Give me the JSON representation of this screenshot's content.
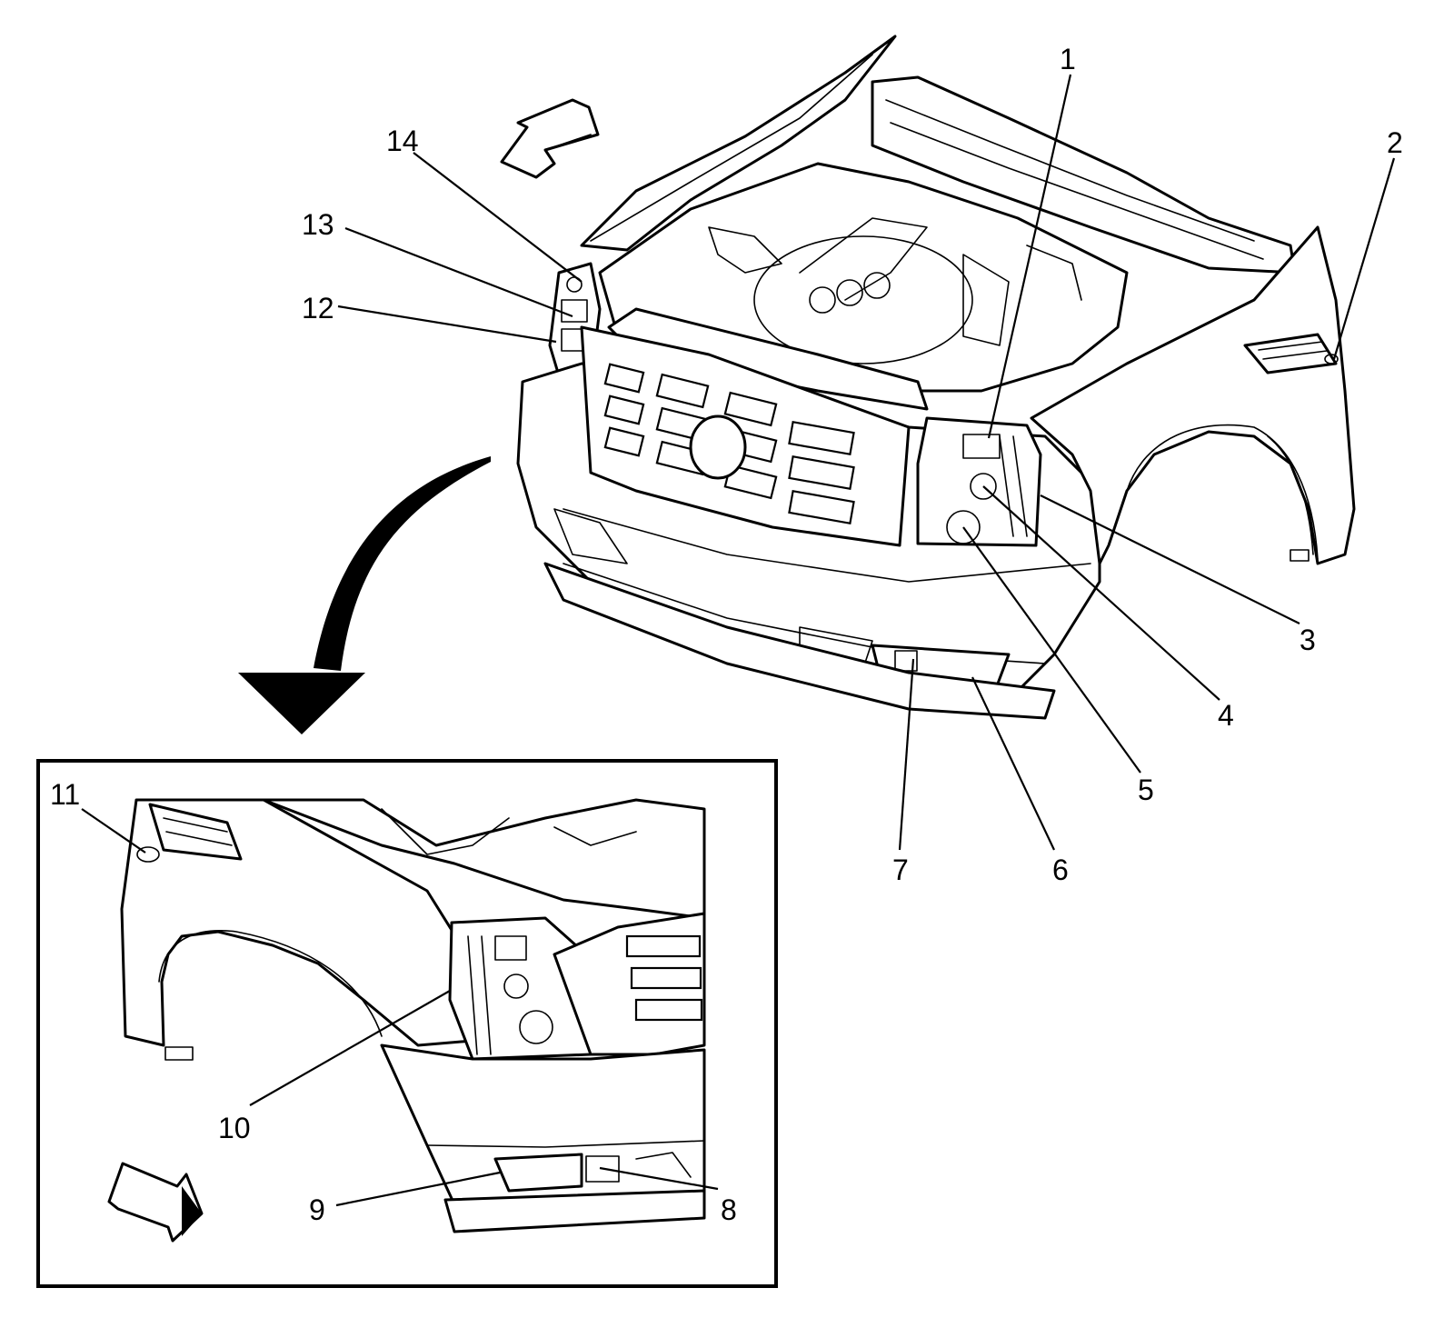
{
  "callouts": {
    "c1": "1",
    "c2": "2",
    "c3": "3",
    "c4": "4",
    "c5": "5",
    "c6": "6",
    "c7": "7",
    "c8": "8",
    "c9": "9",
    "c10": "10",
    "c11": "11",
    "c12": "12",
    "c13": "13",
    "c14": "14"
  },
  "icons": {
    "direction_arrow_top": "forward-arrow-icon",
    "detail_pointer": "curved-down-arrow-icon",
    "direction_arrow_inset": "forward-arrow-icon"
  }
}
